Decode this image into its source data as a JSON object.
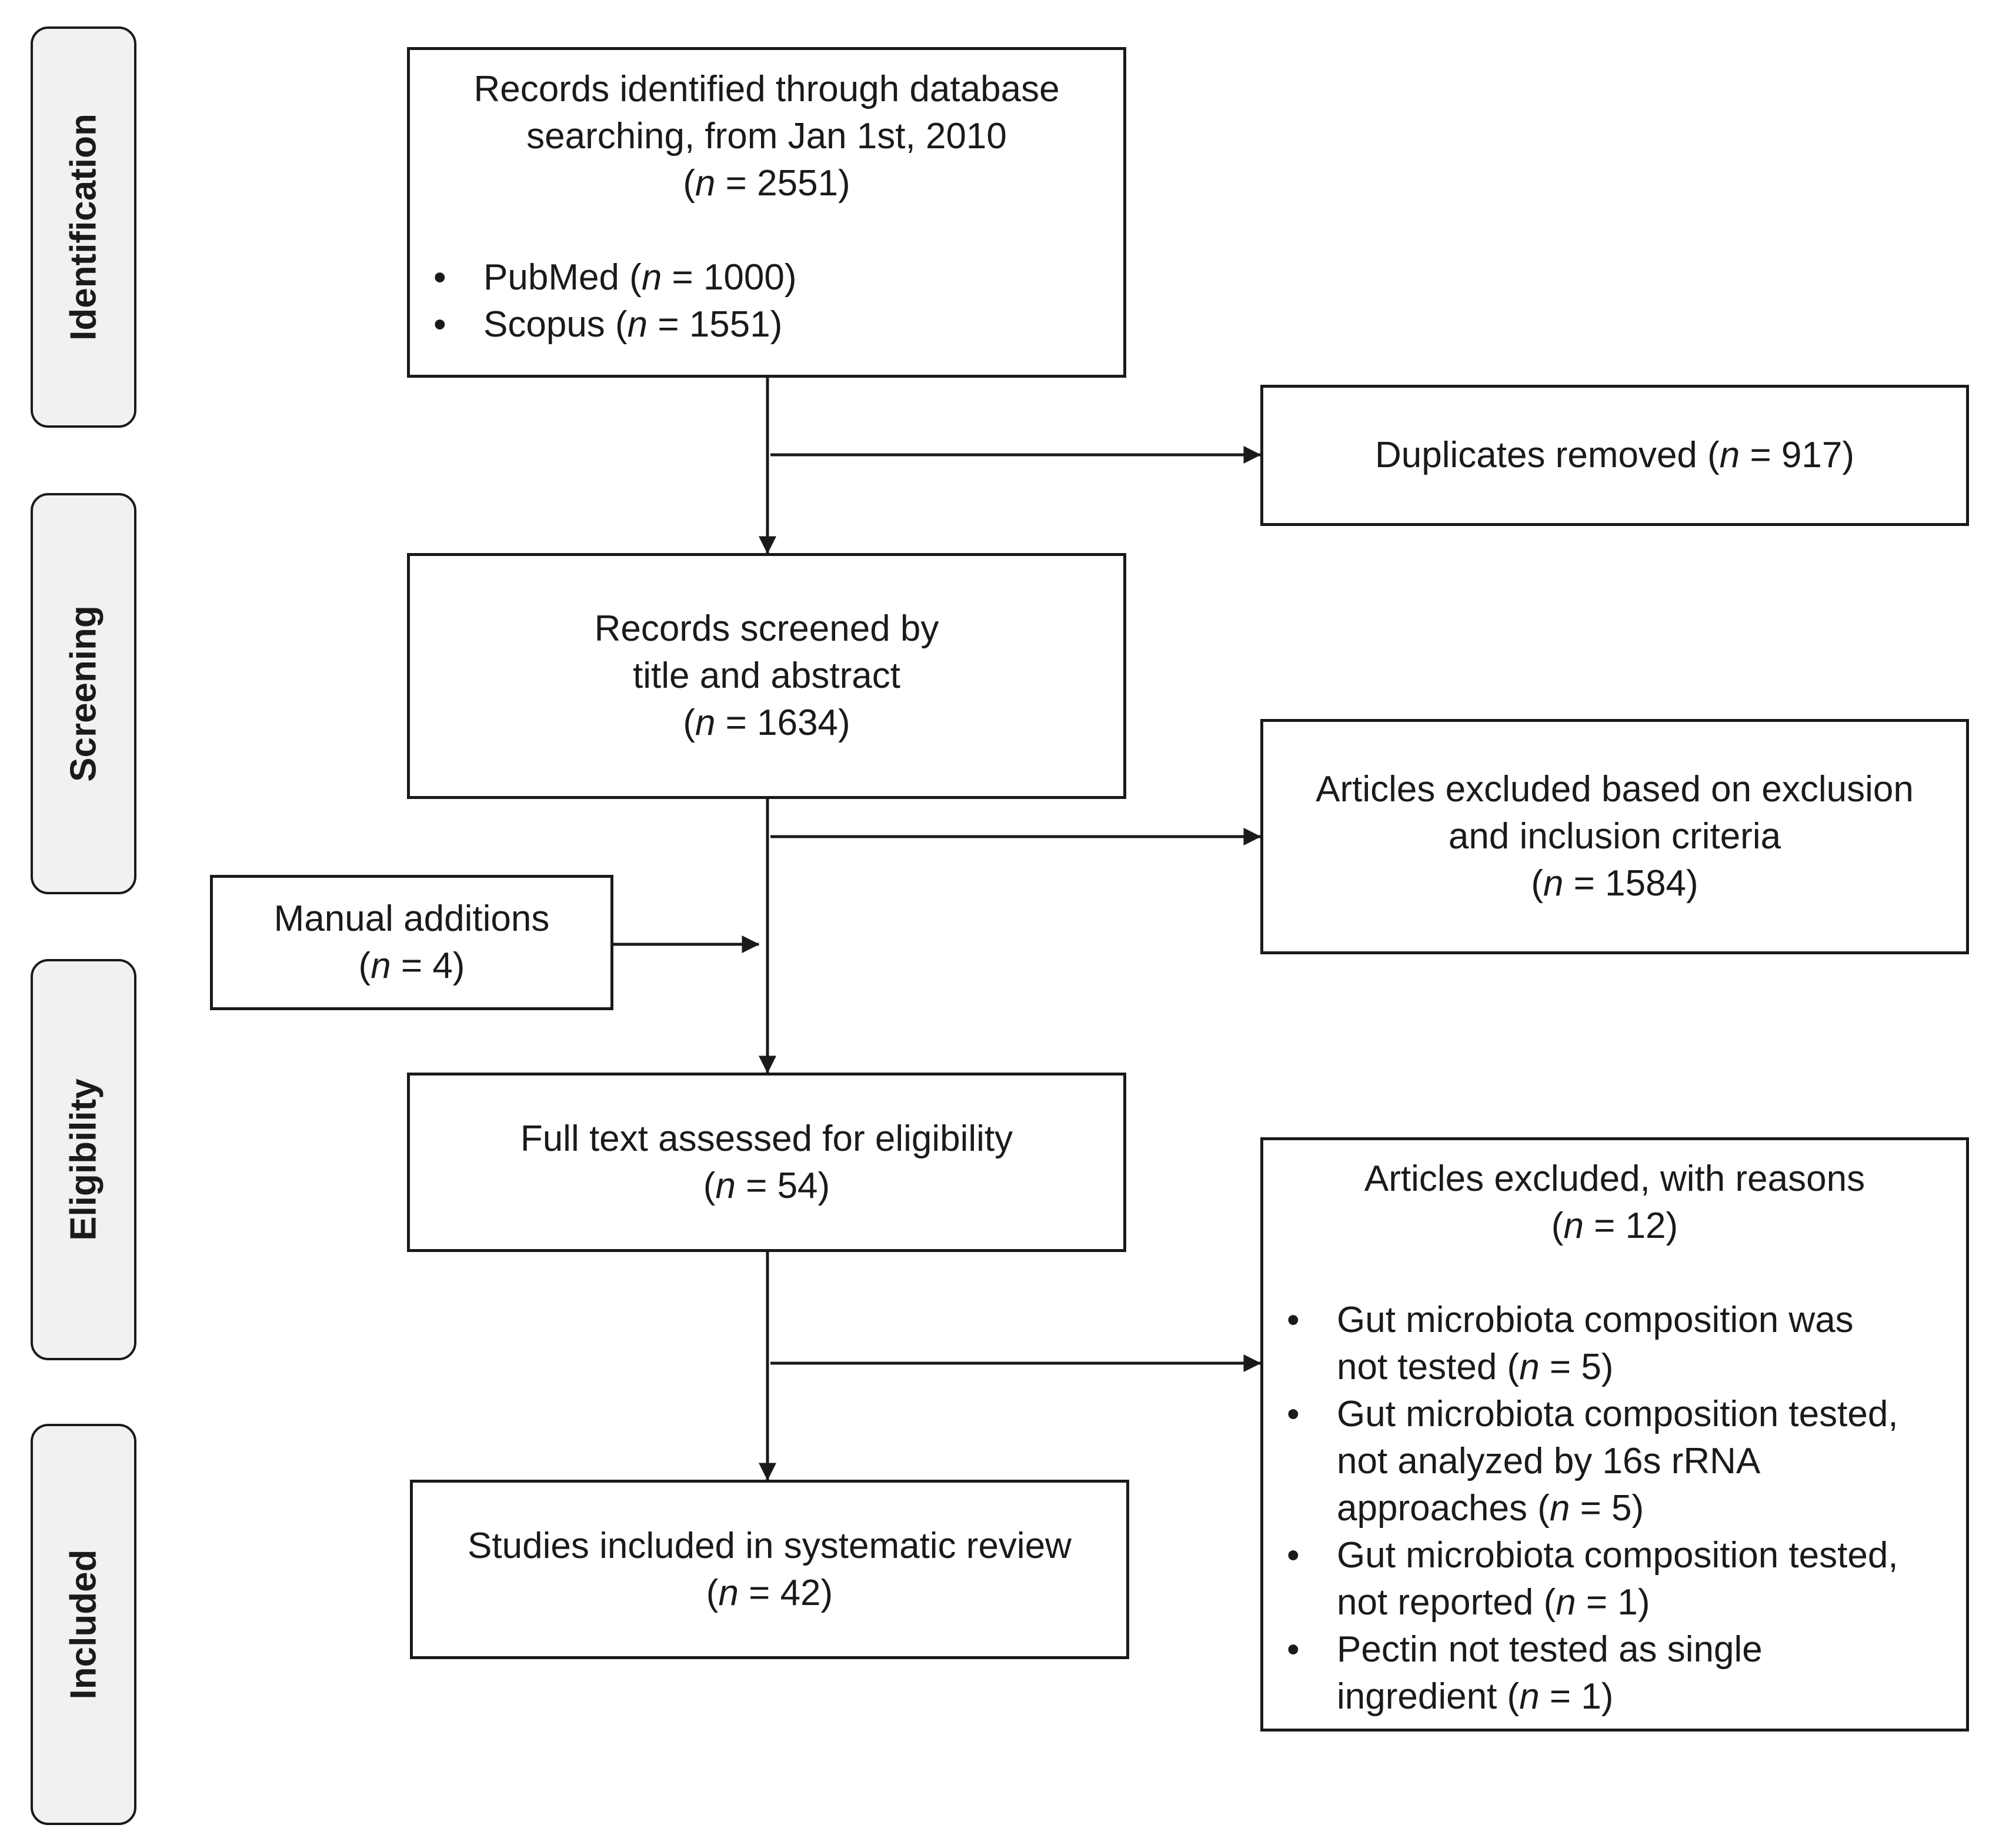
{
  "stages": {
    "identification": "Identification",
    "screening": "Screening",
    "eligibility": "Eligibility",
    "included": "Included"
  },
  "records_identified": {
    "line1": "Records identified through database",
    "line2": "searching, from Jan 1st, 2010",
    "count": "(n = 2551)",
    "sources": [
      "PubMed (n = 1000)",
      "Scopus (n = 1551)"
    ]
  },
  "duplicates_removed": {
    "text": "Duplicates removed (n = 917)"
  },
  "records_screened": {
    "line1": "Records screened by",
    "line2": "title and abstract",
    "count": "(n = 1634)"
  },
  "excluded_criteria": {
    "line1": "Articles excluded based on exclusion",
    "line2": "and inclusion criteria",
    "count": "(n = 1584)"
  },
  "manual_additions": {
    "line1": "Manual additions",
    "count": "(n = 4)"
  },
  "full_text": {
    "line1": "Full text assessed for eligibility",
    "count": "(n = 54)"
  },
  "excluded_reasons": {
    "line1": "Articles excluded, with reasons",
    "count": "(n = 12)",
    "reasons": [
      [
        "Gut microbiota composition was",
        "not tested (n = 5)"
      ],
      [
        "Gut microbiota composition tested,",
        "not analyzed by 16s rRNA",
        "approaches (n = 5)"
      ],
      [
        "Gut microbiota composition tested,",
        "not reported (n = 1)"
      ],
      [
        "Pectin not tested as single",
        "ingredient (n = 1)"
      ]
    ]
  },
  "studies_included": {
    "line1": "Studies included in systematic review",
    "count": "(n = 42)"
  }
}
